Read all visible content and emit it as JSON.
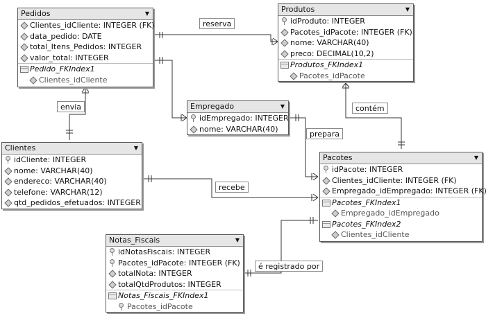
{
  "tables": {
    "pedidos": {
      "title": "Pedidos",
      "rows": [
        "Clientes_idCliente: INTEGER (FK)",
        "data_pedido: DATE",
        "total_Itens_Pedidos: INTEGER",
        "valor_total: INTEGER"
      ],
      "index_name": "Pedido_FKIndex1",
      "index_cols": [
        "Clientes_idCliente"
      ]
    },
    "produtos": {
      "title": "Produtos",
      "rows": [
        "idProduto: INTEGER",
        "Pacotes_idPacote: INTEGER (FK)",
        "nome: VARCHAR(40)",
        "preco: DECIMAL(10,2)"
      ],
      "index_name": "Produtos_FKIndex1",
      "index_cols": [
        "Pacotes_idPacote"
      ]
    },
    "empregado": {
      "title": "Empregado",
      "rows": [
        "idEmpregado: INTEGER",
        "nome: VARCHAR(40)"
      ]
    },
    "clientes": {
      "title": "Clientes",
      "rows": [
        "idCliente: INTEGER",
        "nome: VARCHAR(40)",
        "endereco: VARCHAR(40)",
        "telefone: VARCHAR(12)",
        "qtd_pedidos_efetuados: INTEGER"
      ]
    },
    "pacotes": {
      "title": "Pacotes",
      "rows": [
        "idPacote: INTEGER",
        "Clientes_idCliente: INTEGER (FK)",
        "Empregado_idEmpregado: INTEGER (FK)"
      ],
      "index1_name": "Pacotes_FKIndex1",
      "index1_cols": [
        "Empregado_idEmpregado"
      ],
      "index2_name": "Pacotes_FKIndex2",
      "index2_cols": [
        "Clientes_idCliente"
      ]
    },
    "notas": {
      "title": "Notas_Fiscais",
      "rows": [
        "idNotasFiscais: INTEGER",
        "Pacotes_idPacote: INTEGER (FK)",
        "totalNota: INTEGER",
        "totalQtdProdutos: INTEGER"
      ],
      "index_name": "Notas_Fiscais_FKIndex1",
      "index_cols": [
        "Pacotes_idPacote"
      ]
    }
  },
  "relations": {
    "reserva": "reserva",
    "envia": "envia",
    "prepara": "prepara",
    "contem": "contém",
    "recebe": "recebe",
    "registrado": "é registrado por"
  },
  "icons": {
    "primary_key": "key-icon",
    "column": "diamond-icon",
    "index": "table-index-icon",
    "menu": "dropdown-arrow-icon"
  }
}
